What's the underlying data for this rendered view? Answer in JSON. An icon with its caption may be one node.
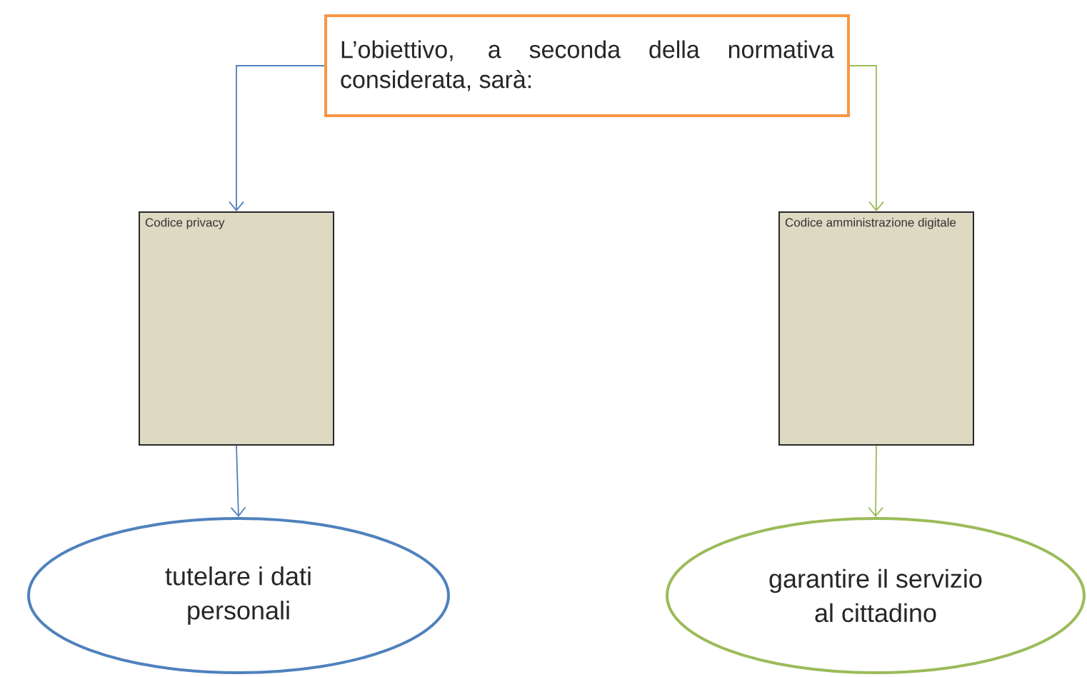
{
  "diagram": {
    "nodes": [
      {
        "text": [
          "L’obiettivo, a seconda della normativa considerata, sarà:"
        ]
      },
      {
        "text": [
          "Codice privacy"
        ]
      },
      {
        "text": [
          "Codice amministrazione digitale"
        ]
      },
      {
        "text": [
          "tutelare i dati personali"
        ]
      },
      {
        "text": [
          "garantire il servizio al cittadino"
        ]
      }
    ],
    "edges": [
      {
        "from": 0,
        "to": 1,
        "arrow": "to",
        "color": "#4f81bd"
      },
      {
        "from": 0,
        "to": 2,
        "arrow": "to",
        "color": "#9bbb59"
      },
      {
        "from": 1,
        "to": 3,
        "arrow": "to",
        "color": "#4f81bd"
      },
      {
        "from": 2,
        "to": 4,
        "arrow": "to",
        "color": "#9bbb59"
      }
    ]
  }
}
